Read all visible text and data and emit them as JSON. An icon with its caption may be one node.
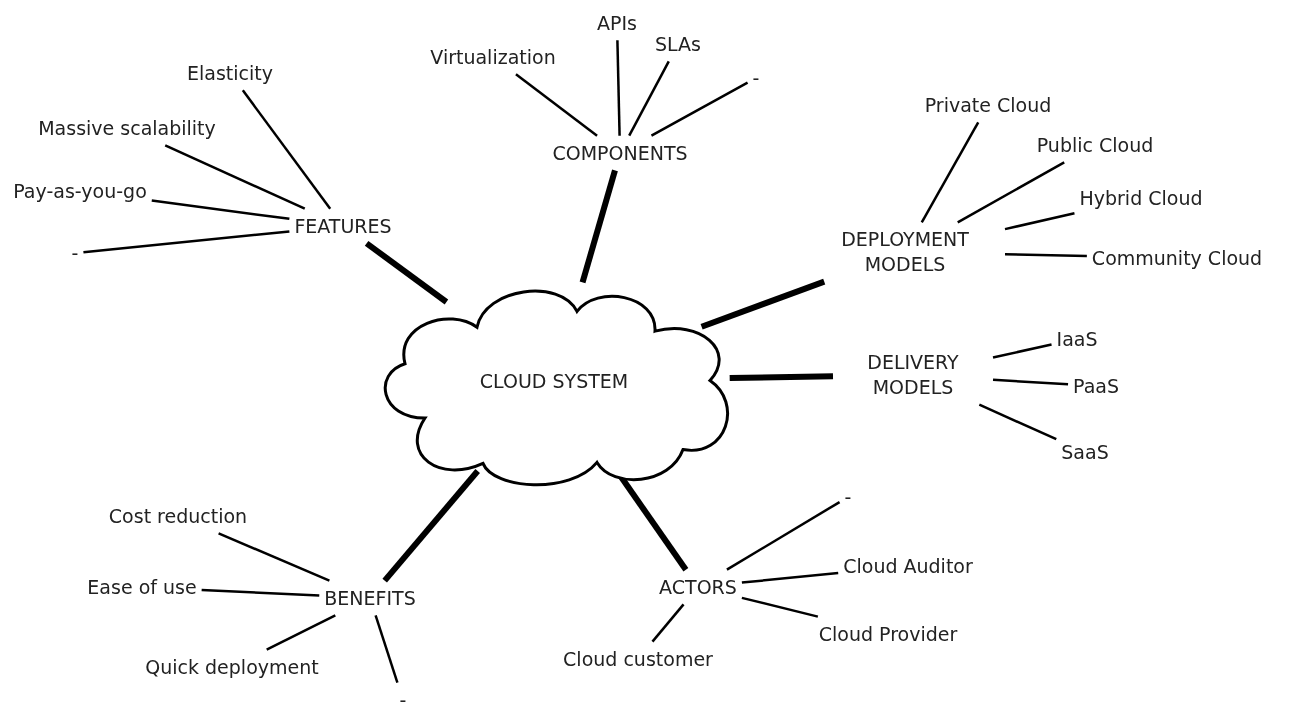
{
  "diagram": {
    "nodes": [
      {
        "text": [
          "CLOUD SYSTEM"
        ]
      },
      {
        "text": [
          "FEATURES"
        ]
      },
      {
        "text": [
          "Elasticity"
        ]
      },
      {
        "text": [
          "Massive scalability"
        ]
      },
      {
        "text": [
          "Pay-as-you-go"
        ]
      },
      {
        "text": [
          "-"
        ]
      },
      {
        "text": [
          "COMPONENTS"
        ]
      },
      {
        "text": [
          "Virtualization"
        ]
      },
      {
        "text": [
          "APIs"
        ]
      },
      {
        "text": [
          "SLAs"
        ]
      },
      {
        "text": [
          "-"
        ]
      },
      {
        "text": [
          "DEPLOYMENT MODELS"
        ]
      },
      {
        "text": [
          "Private Cloud"
        ]
      },
      {
        "text": [
          "Public Cloud"
        ]
      },
      {
        "text": [
          "Hybrid Cloud"
        ]
      },
      {
        "text": [
          "Community Cloud"
        ]
      },
      {
        "text": [
          "DELIVERY MODELS"
        ]
      },
      {
        "text": [
          "IaaS"
        ]
      },
      {
        "text": [
          "PaaS"
        ]
      },
      {
        "text": [
          "SaaS"
        ]
      },
      {
        "text": [
          "BENEFITS"
        ]
      },
      {
        "text": [
          "Cost reduction"
        ]
      },
      {
        "text": [
          "Ease of use"
        ]
      },
      {
        "text": [
          "Quick deployment"
        ]
      },
      {
        "text": [
          "-"
        ]
      },
      {
        "text": [
          "ACTORS"
        ]
      },
      {
        "text": [
          "-"
        ]
      },
      {
        "text": [
          "Cloud Auditor"
        ]
      },
      {
        "text": [
          "Cloud Provider"
        ]
      },
      {
        "text": [
          "Cloud customer"
        ]
      }
    ],
    "edges": [
      {
        "from": 0,
        "to": 1,
        "arrow": "none",
        "style": "thick"
      },
      {
        "from": 0,
        "to": 6,
        "arrow": "none",
        "style": "thick"
      },
      {
        "from": 0,
        "to": 11,
        "arrow": "none",
        "style": "thick"
      },
      {
        "from": 0,
        "to": 16,
        "arrow": "none",
        "style": "thick"
      },
      {
        "from": 0,
        "to": 20,
        "arrow": "none",
        "style": "thick"
      },
      {
        "from": 0,
        "to": 25,
        "arrow": "none",
        "style": "thick"
      },
      {
        "from": 1,
        "to": 2,
        "arrow": "none"
      },
      {
        "from": 1,
        "to": 3,
        "arrow": "none"
      },
      {
        "from": 1,
        "to": 4,
        "arrow": "none"
      },
      {
        "from": 1,
        "to": 5,
        "arrow": "none"
      },
      {
        "from": 6,
        "to": 7,
        "arrow": "none"
      },
      {
        "from": 6,
        "to": 8,
        "arrow": "none"
      },
      {
        "from": 6,
        "to": 9,
        "arrow": "none"
      },
      {
        "from": 6,
        "to": 10,
        "arrow": "none"
      },
      {
        "from": 11,
        "to": 12,
        "arrow": "none"
      },
      {
        "from": 11,
        "to": 13,
        "arrow": "none"
      },
      {
        "from": 11,
        "to": 14,
        "arrow": "none"
      },
      {
        "from": 11,
        "to": 15,
        "arrow": "none"
      },
      {
        "from": 16,
        "to": 17,
        "arrow": "none"
      },
      {
        "from": 16,
        "to": 18,
        "arrow": "none"
      },
      {
        "from": 16,
        "to": 19,
        "arrow": "none"
      },
      {
        "from": 20,
        "to": 21,
        "arrow": "none"
      },
      {
        "from": 20,
        "to": 22,
        "arrow": "none"
      },
      {
        "from": 20,
        "to": 23,
        "arrow": "none"
      },
      {
        "from": 20,
        "to": 24,
        "arrow": "none"
      },
      {
        "from": 25,
        "to": 26,
        "arrow": "none"
      },
      {
        "from": 25,
        "to": 27,
        "arrow": "none"
      },
      {
        "from": 25,
        "to": 28,
        "arrow": "none"
      },
      {
        "from": 25,
        "to": 29,
        "arrow": "none"
      }
    ]
  }
}
